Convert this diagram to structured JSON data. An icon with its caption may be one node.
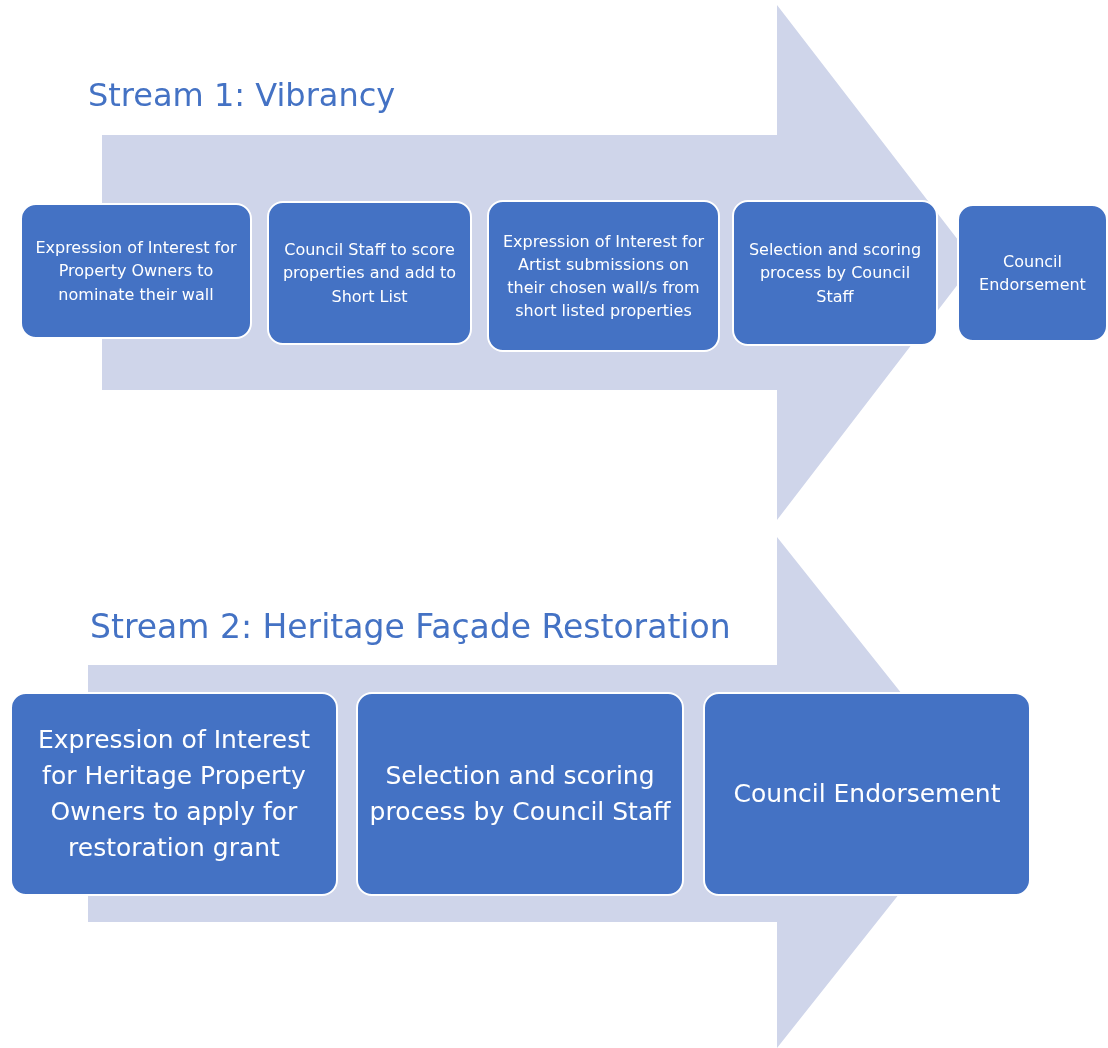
{
  "diagram": {
    "nodes": [
      {
        "text": [
          "Stream 1: Vibrancy"
        ]
      },
      {
        "text": [
          "Expression of Interest for Property Owners to nominate their wall"
        ]
      },
      {
        "text": [
          "Council Staff to score properties and add to Short List"
        ],
        "in": 0
      },
      {
        "text": [
          "Expression of Interest for Artist submissions on their chosen wall/s from short listed properties"
        ],
        "in": 0
      },
      {
        "text": [
          "Selection and scoring process by Council Staff"
        ],
        "in": 0
      },
      {
        "text": [
          "Council Endorsement"
        ]
      },
      {
        "text": [
          "Stream 2: Heritage Façade Restoration"
        ]
      },
      {
        "text": [
          "Expression of Interest for Heritage Property Owners to apply for restoration grant"
        ]
      },
      {
        "text": [
          "Selection and scoring process by Council Staff"
        ],
        "in": 6
      },
      {
        "text": [
          "Council Endorsement"
        ],
        "in": 6
      }
    ]
  }
}
